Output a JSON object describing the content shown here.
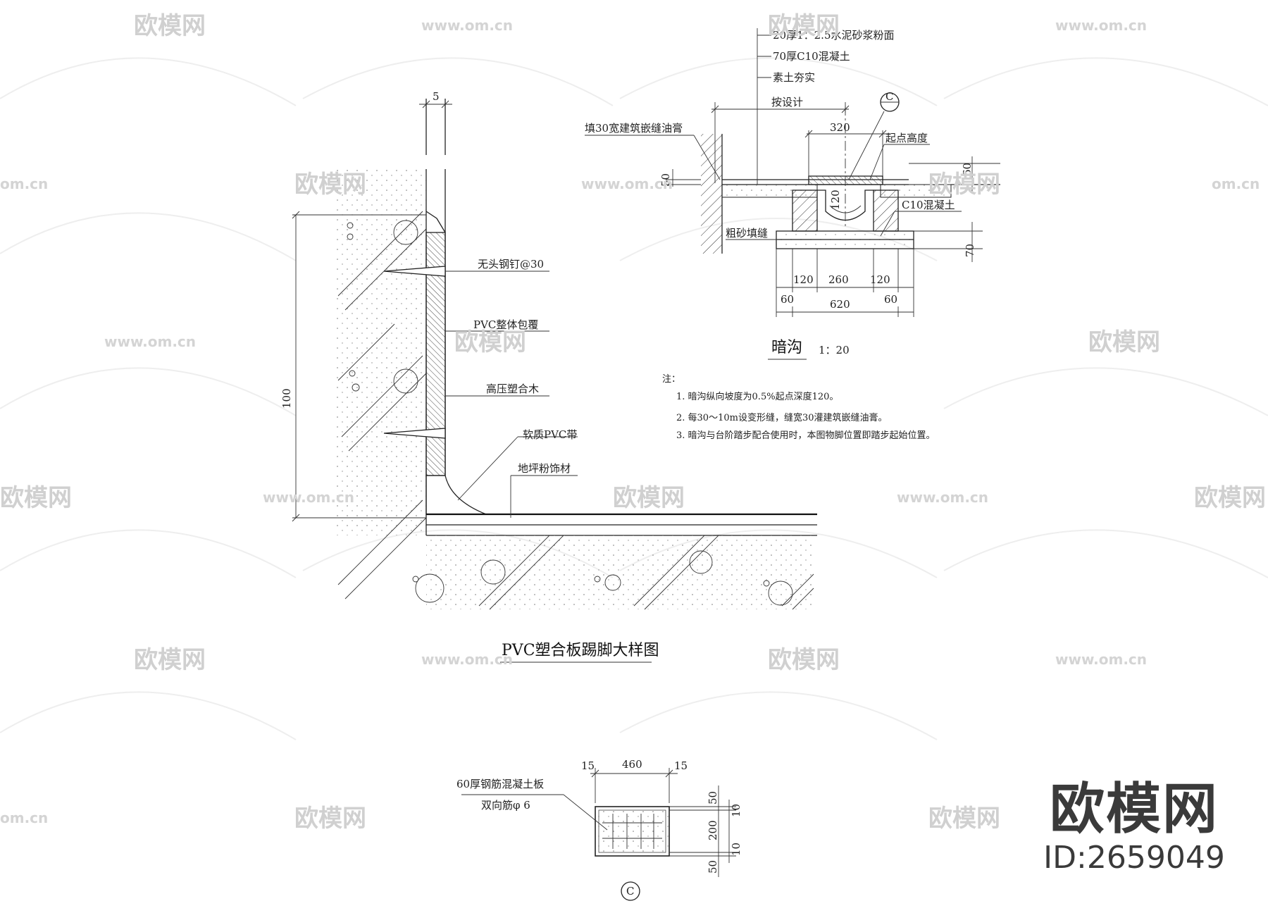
{
  "watermark": {
    "brand": "欧模网",
    "url": "www.om.cn",
    "url_short": "om.cn"
  },
  "brand_corner": {
    "name": "欧模网",
    "id": "ID:2659049"
  },
  "skirting": {
    "title": "PVC塑合板踢脚大样图",
    "dim_top": "5",
    "dim_side": "100",
    "labels": [
      "无头钢钉@30",
      "PVC整体包覆",
      "高压塑合木",
      "软质PVC带",
      "地坪粉饰材"
    ]
  },
  "drain": {
    "title": "暗沟",
    "scale": "1：20",
    "layers": [
      "20厚1：2.5水泥砂浆粉面",
      "70厚C10混凝土",
      "素土夯实"
    ],
    "by_design": "按设计",
    "fill_joint": "填30宽建筑嵌缝油膏",
    "start_height": "起点高度",
    "c10": "C10混凝土",
    "sand": "粗砂填缝",
    "section_mark": "C",
    "dims": {
      "d320": "320",
      "d50": "50",
      "d60r": "60",
      "d120v": "120",
      "d70": "70",
      "bottom_row1": [
        "120",
        "260",
        "120"
      ],
      "bottom_row2": [
        "60",
        "620",
        "60"
      ]
    }
  },
  "notes": {
    "heading": "注：",
    "items": [
      "1.  暗沟纵向坡度为0.5%起点深度120。",
      "2.  每30～10m设变形缝，缝宽30灌建筑嵌缝油膏。",
      "3.  暗沟与台阶踏步配合使用时，本图物脚位置即踏步起始位置。"
    ]
  },
  "slab": {
    "label1": "60厚钢筋混凝土板",
    "label2": "双向筋φ 6",
    "dims_top": [
      "15",
      "460",
      "15"
    ],
    "dims_side": [
      "50",
      "10",
      "200",
      "10",
      "50"
    ],
    "section_mark": "C"
  }
}
